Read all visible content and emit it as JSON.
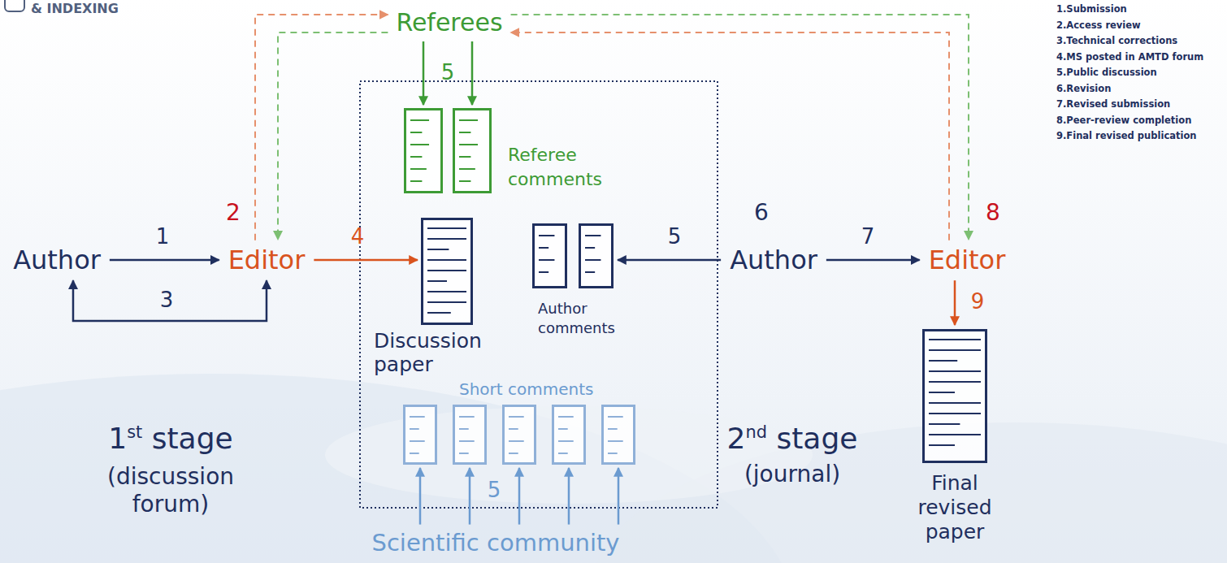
{
  "diagram": {
    "nodes": [
      {
        "text": [
          "Referees"
        ]
      },
      {
        "text": [
          "Author"
        ]
      },
      {
        "text": [
          "Editor"
        ]
      },
      {
        "text": [
          "Referee comments"
        ]
      },
      {
        "text": [
          "Discussion paper"
        ]
      },
      {
        "text": [
          "Author comments"
        ]
      },
      {
        "text": [
          "Short comments"
        ]
      },
      {
        "text": [
          "Scientific community"
        ]
      },
      {
        "text": [
          "Author"
        ]
      },
      {
        "text": [
          "Editor"
        ]
      },
      {
        "text": [
          "Final revised paper"
        ]
      }
    ],
    "edges": [
      {
        "from": 1,
        "to": 2,
        "arrow": "to",
        "label": "1"
      },
      {
        "from": 2,
        "to": 1,
        "arrow": "both",
        "label": "3"
      },
      {
        "from": 2,
        "to": 4,
        "arrow": "to",
        "label": "4"
      },
      {
        "from": 0,
        "to": 3,
        "arrow": "to",
        "label": "5"
      },
      {
        "from": 0,
        "to": 3,
        "arrow": "to"
      },
      {
        "from": 7,
        "to": 6,
        "arrow": "to"
      },
      {
        "from": 7,
        "to": 6,
        "arrow": "to",
        "label": "5"
      },
      {
        "from": 7,
        "to": 6,
        "arrow": "to"
      },
      {
        "from": 7,
        "to": 6,
        "arrow": "to"
      },
      {
        "from": 7,
        "to": 6,
        "arrow": "to"
      },
      {
        "from": 8,
        "to": 5,
        "arrow": "to",
        "label": "5"
      },
      {
        "from": 8,
        "to": 9,
        "arrow": "to",
        "label": "7"
      },
      {
        "from": 9,
        "to": 10,
        "arrow": "to",
        "label": "9"
      },
      {
        "from": 2,
        "to": 0,
        "arrow": "to"
      },
      {
        "from": 0,
        "to": 2,
        "arrow": "to"
      },
      {
        "from": 0,
        "to": 9,
        "arrow": "to"
      },
      {
        "from": 9,
        "to": 0,
        "arrow": "to"
      }
    ],
    "labels": [
      "& INDEXING",
      "2",
      "6",
      "8",
      "1st stage",
      "(discussion forum)",
      "2nd stage",
      "(journal)",
      "1.Submission",
      "2.Access review",
      "3.Technical corrections",
      "4.MS posted in AMTD forum",
      "5.Public discussion",
      "6.Revision",
      "7.Revised submission",
      "8.Peer-review completion",
      "9.Final revised publication"
    ]
  }
}
